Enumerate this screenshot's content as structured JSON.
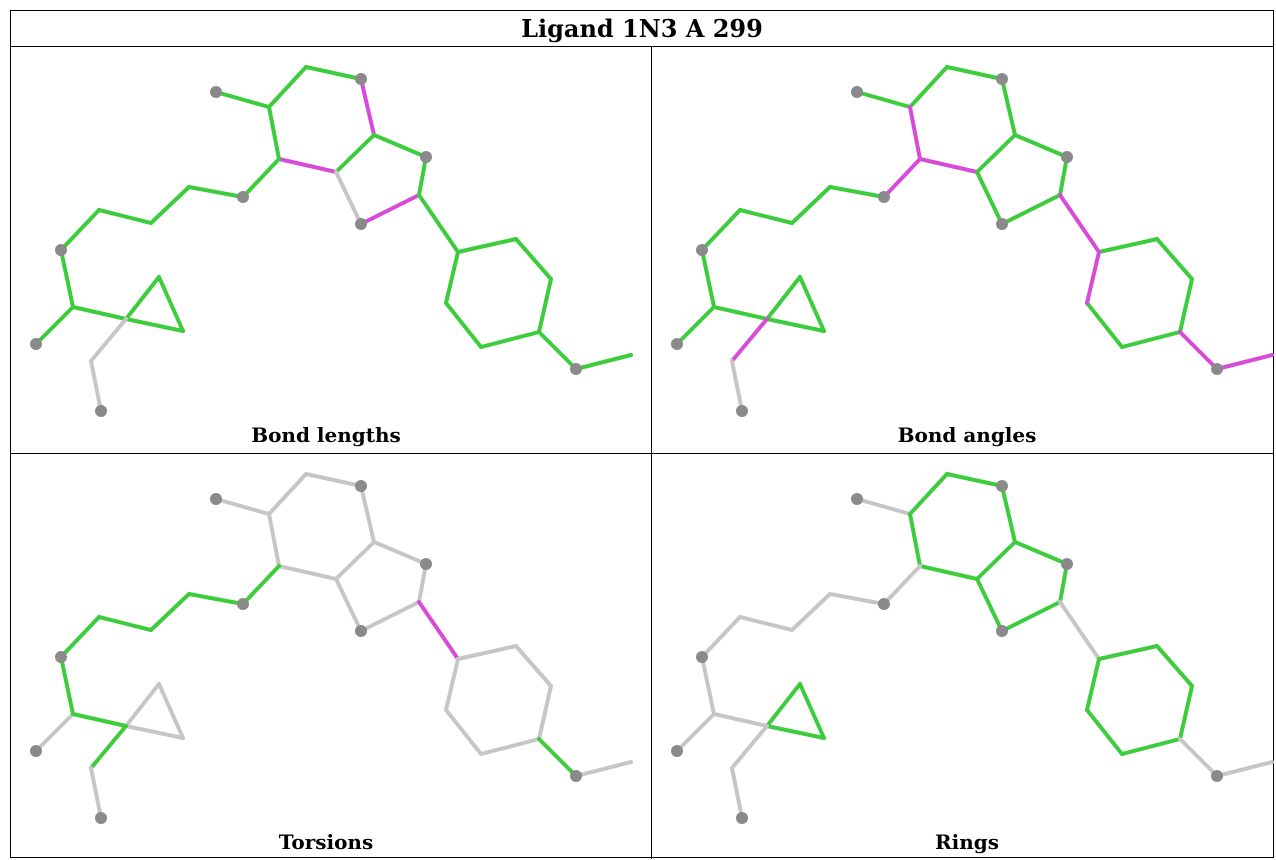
{
  "title": "Ligand 1N3 A 299",
  "colors": {
    "green": "#3ccc3c",
    "magenta": "#d84ad8",
    "gray": "#c6c6c6",
    "atom": "#8a8a8a"
  },
  "panels": [
    {
      "caption": "Bond lengths",
      "icon": "molecule-bond-lengths-icon"
    },
    {
      "caption": "Bond angles",
      "icon": "molecule-bond-angles-icon"
    },
    {
      "caption": "Torsions",
      "icon": "molecule-torsions-icon"
    },
    {
      "caption": "Rings",
      "icon": "molecule-rings-icon"
    }
  ]
}
